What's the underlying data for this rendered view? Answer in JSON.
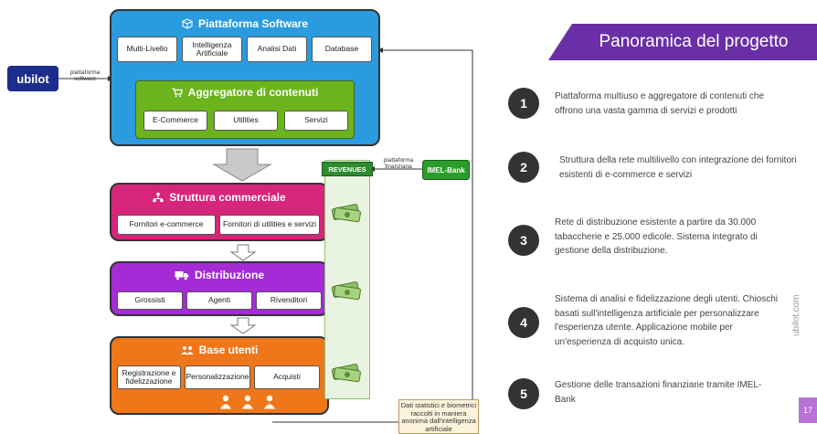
{
  "brand": {
    "logo_text": "ubilot",
    "side_label": "piattaforma\nsoftware"
  },
  "platform": {
    "title": "Piattaforma Software",
    "modules": [
      "Multi-Livello",
      "Intelligenza\nArtificiale",
      "Analisi Dati",
      "Database"
    ],
    "aggregator": {
      "title": "Aggregatore di contenuti",
      "items": [
        "E-Commerce",
        "Utilities",
        "Servizi"
      ]
    }
  },
  "commercial": {
    "title": "Struttura commerciale",
    "items": [
      "Fornitori e-commerce",
      "Fornitori di utilities e servizi"
    ]
  },
  "distribution": {
    "title": "Distribuzione",
    "items": [
      "Grossisti",
      "Agenti",
      "Rivenditori"
    ]
  },
  "users": {
    "title": "Base utenti",
    "items": [
      "Registrazione e\nfidelizzazione",
      "Personalizzazione",
      "Acquisti"
    ]
  },
  "revenues": {
    "label": "REVENUES"
  },
  "bank": {
    "label": "IMEL-Bank",
    "link_label": "piattaforma\nfinanziaria"
  },
  "note": {
    "text": "Dati statistici e biometrici\nraccolti in maniera\nanonima dall'intelligenza\nartificiale"
  },
  "overview": {
    "title": "Panoramica del progetto",
    "steps": [
      {
        "num": "1",
        "text": "Piattaforma multiuso e aggregatore di contenuti che offrono una vasta gamma di servizi e prodotti"
      },
      {
        "num": "2",
        "text": "Struttura della rete multilivello con integrazione dei fornitori esistenti di e-commerce e servizi"
      },
      {
        "num": "3",
        "text": "Rete di distribuzione esistente a partire da 30.000 tabaccherie e 25.000 edicole. Sistema integrato di gestione della distribuzione."
      },
      {
        "num": "4",
        "text": "Sistema di analisi e fidelizzazione degli utenti. Chioschi basati sull'intelligenza artificiale per personalizzare l'esperienza utente. Applicazione mobile per un'esperienza di acquisto unica."
      },
      {
        "num": "5",
        "text": "Gestione delle transazioni finanziarie tramite IMEL-Bank"
      }
    ]
  },
  "footer": {
    "site": "ubilot.com",
    "page": "17"
  },
  "colors": {
    "platform": "#2b9be0",
    "aggregator": "#6cb41d",
    "commercial": "#d6257a",
    "distribution": "#a42bd6",
    "users": "#f0761a",
    "revenues": "#2e8b2e",
    "bank": "#2a9d2a",
    "header": "#6a2fa6",
    "brand": "#1c2d8c"
  }
}
